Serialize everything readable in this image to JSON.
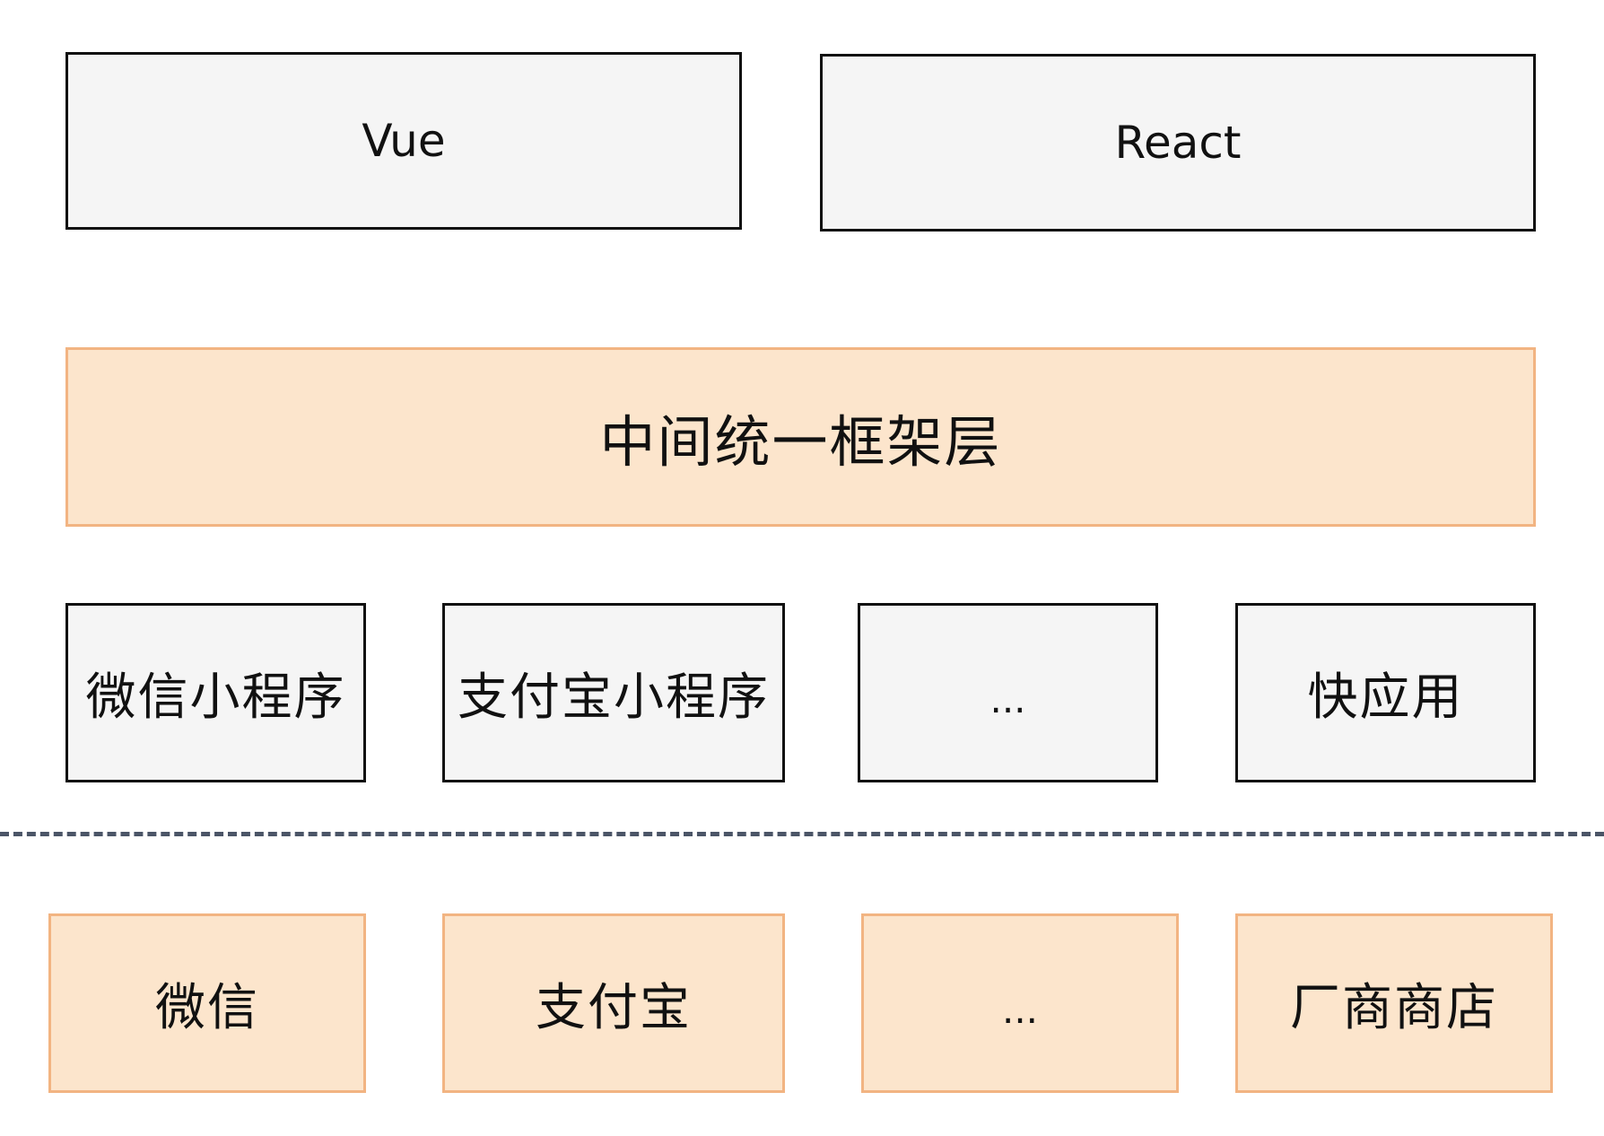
{
  "frameworks": {
    "vue": "Vue",
    "react": "React"
  },
  "unified_layer": "中间统一框架层",
  "targets": {
    "wechat_mini": "微信小程序",
    "alipay_mini": "支付宝小程序",
    "more": "...",
    "quick_app": "快应用"
  },
  "platforms": {
    "wechat": "微信",
    "alipay": "支付宝",
    "more": "...",
    "vendor_store": "厂商商店"
  },
  "colors": {
    "grey_fill": "#f5f5f5",
    "grey_border": "#111111",
    "orange_fill": "#fce5cc",
    "orange_border": "#f2b482",
    "divider": "#4b5567"
  }
}
